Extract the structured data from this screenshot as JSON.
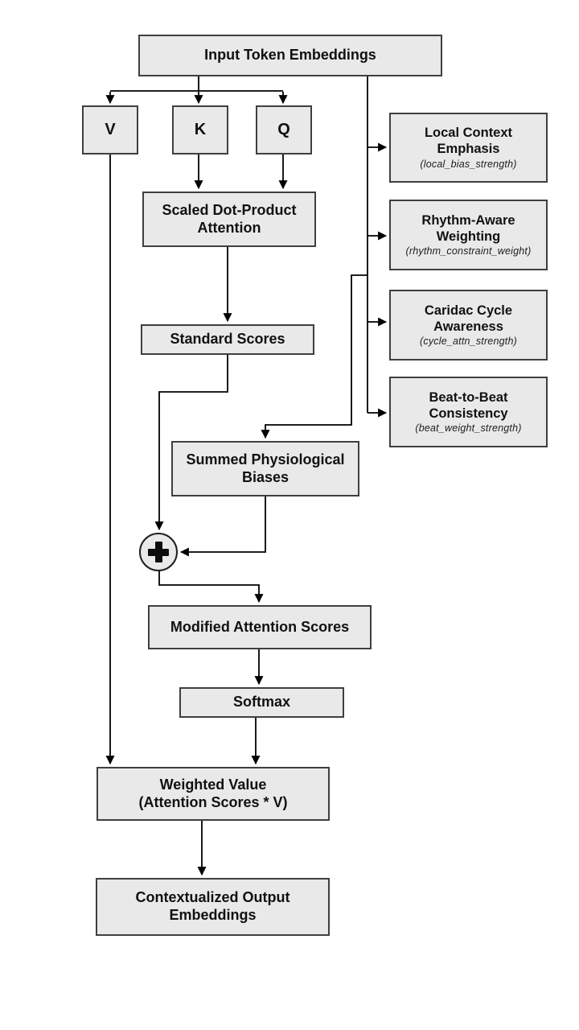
{
  "diagram": {
    "description": "Flowchart of a physiological-bias modified scaled dot-product attention mechanism",
    "colors": {
      "background": "#ffffff",
      "box_fill": "#e9e9e9",
      "box_border": "#3f3f3f",
      "connector": "#000000",
      "text": "#111111"
    },
    "nodes": {
      "input": {
        "label": "Input Token Embeddings"
      },
      "v": {
        "label": "V"
      },
      "k": {
        "label": "K"
      },
      "q": {
        "label": "Q"
      },
      "scaled_attention": {
        "label": "Scaled Dot-Product Attention"
      },
      "standard_scores": {
        "label": "Standard Scores"
      },
      "local_context": {
        "title": "Local Context Emphasis",
        "param": "(local_bias_strength)"
      },
      "rhythm_aware": {
        "title": "Rhythm-Aware Weighting",
        "param": "(rhythm_constraint_weight)"
      },
      "cardiac_cycle": {
        "title": "Caridac Cycle Awareness",
        "param": "(cycle_attn_strength)"
      },
      "beat_consistency": {
        "title": "Beat-to-Beat Consistency",
        "param": "(beat_weight_strength)"
      },
      "summed_biases": {
        "label": "Summed Physiological Biases"
      },
      "sum_operator": {
        "icon": "plus"
      },
      "modified_scores": {
        "label": "Modified Attention Scores"
      },
      "softmax": {
        "label": "Softmax"
      },
      "weighted_value": {
        "label": "Weighted Value\n(Attention Scores * V)"
      },
      "contextual_output": {
        "label": "Contextualized Output\nEmbeddings"
      }
    }
  }
}
